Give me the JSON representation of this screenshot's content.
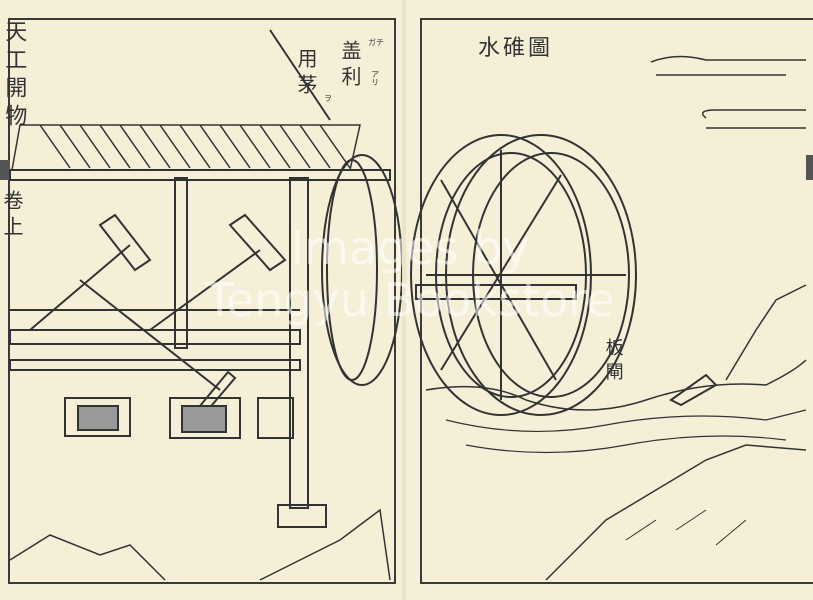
{
  "left_page": {
    "margin_title": "天工開物",
    "margin_volume": "卷上",
    "annotation_col1": "盖利",
    "annotation_col2": "用茅",
    "annotation_kana1": "ガチ",
    "annotation_kana2": "アリ",
    "annotation_kana3": "ヲ"
  },
  "right_page": {
    "title": "水碓圖",
    "label": "板閘"
  },
  "watermark": {
    "line1": "Images by",
    "line2": "Tengyu Bookstore"
  },
  "colors": {
    "paper": "#f5efd8",
    "ink": "#333333"
  }
}
